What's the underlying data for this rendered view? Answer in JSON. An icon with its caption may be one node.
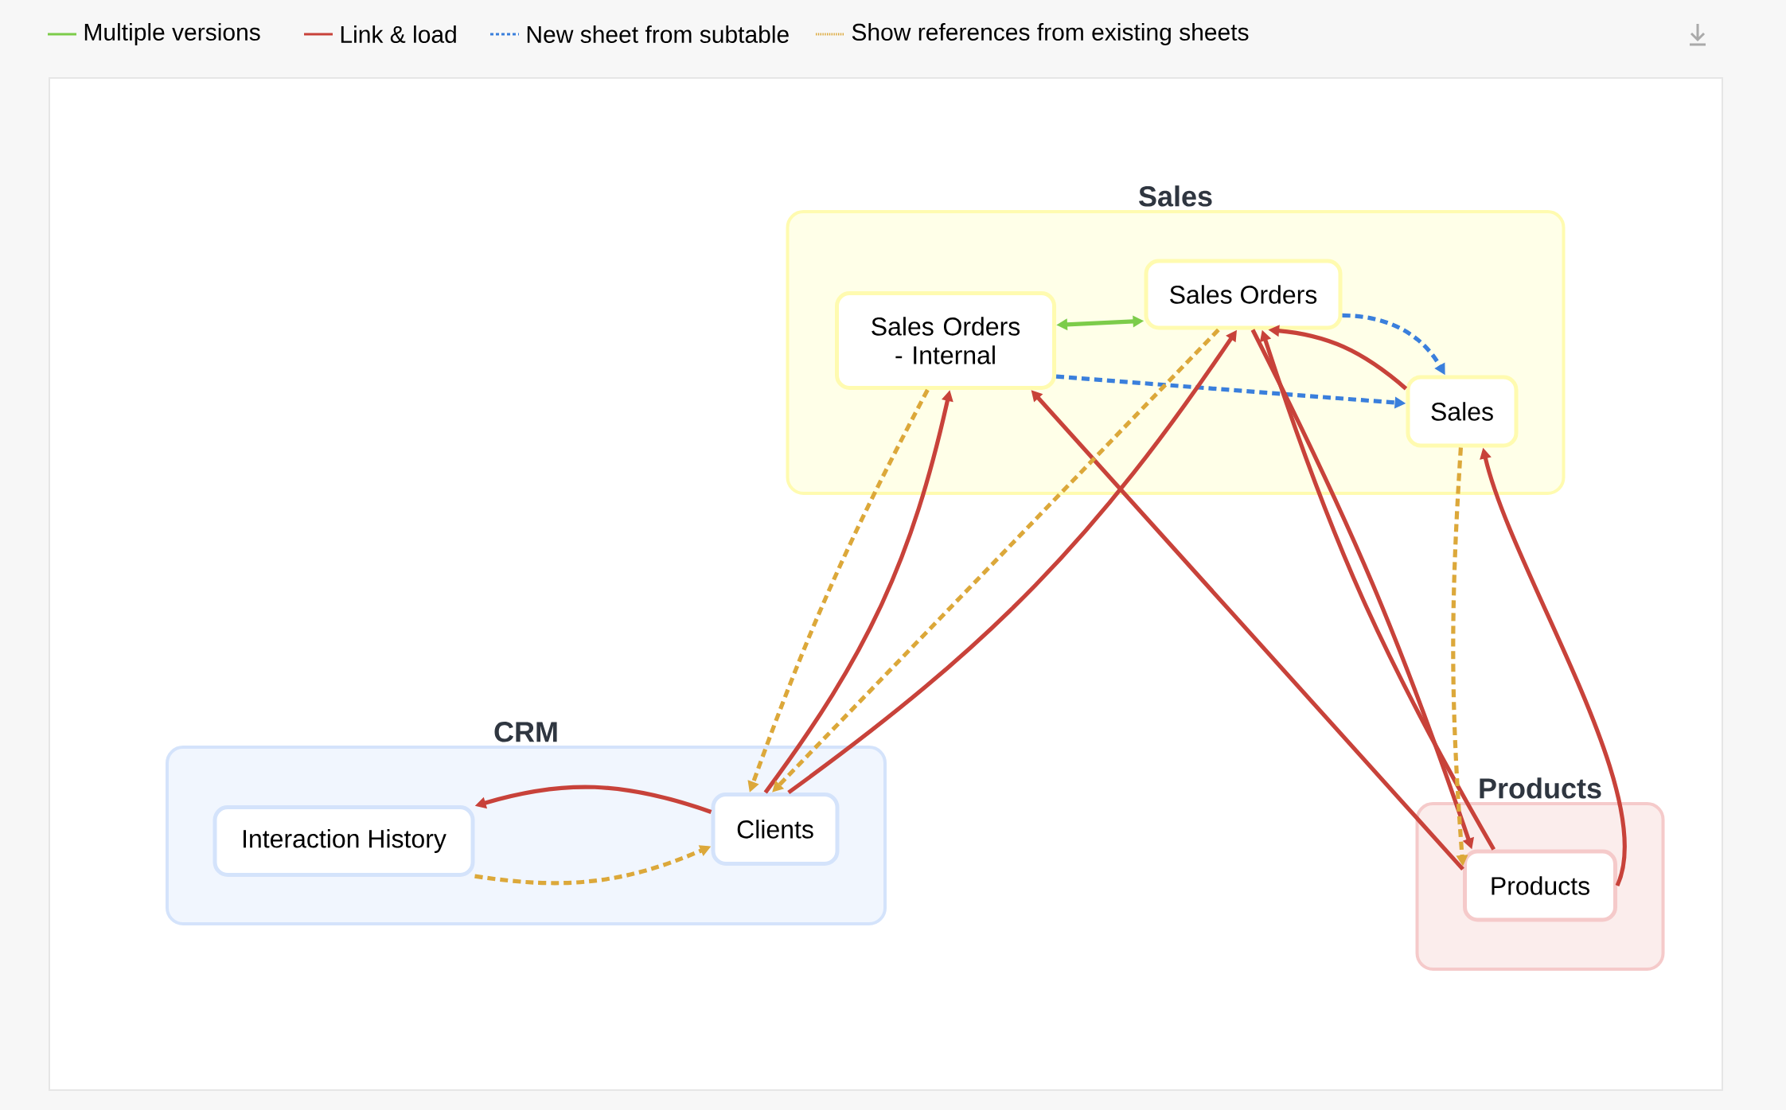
{
  "diagram": {
    "nodes": [
      {
        "text": [
          "Sales"
        ]
      },
      {
        "text": [
          "Sales Orders - Internal"
        ],
        "in": 0
      },
      {
        "text": [
          "Sales Orders"
        ],
        "in": 0
      },
      {
        "text": [
          "Sales"
        ],
        "in": 0
      },
      {
        "text": [
          "CRM"
        ]
      },
      {
        "text": [
          "Interaction History"
        ],
        "in": 4
      },
      {
        "text": [
          "Clients"
        ],
        "in": 4
      },
      {
        "text": [
          "Products"
        ]
      },
      {
        "text": [
          "Products"
        ],
        "in": 7
      }
    ],
    "edges": [
      {
        "from": 1,
        "to": 2,
        "arrow": "both",
        "color": "#7ccc4a"
      },
      {
        "from": 2,
        "to": 3,
        "arrow": "to",
        "style": "dashed",
        "color": "#3a7fdc"
      },
      {
        "from": 1,
        "to": 3,
        "arrow": "to",
        "style": "dashed",
        "color": "#3a7fdc"
      },
      {
        "from": 3,
        "to": 2,
        "arrow": "to"
      },
      {
        "from": 2,
        "to": 8,
        "arrow": "to"
      },
      {
        "from": 8,
        "to": 2,
        "arrow": "to"
      },
      {
        "from": 8,
        "to": 1,
        "arrow": "to"
      },
      {
        "from": 8,
        "to": 3,
        "arrow": "to"
      },
      {
        "from": 3,
        "to": 8,
        "arrow": "to",
        "style": "dashed",
        "color": "#dca83a"
      },
      {
        "from": 6,
        "to": 1,
        "arrow": "to"
      },
      {
        "from": 1,
        "to": 6,
        "arrow": "to",
        "style": "dashed",
        "color": "#dca83a"
      },
      {
        "from": 6,
        "to": 2,
        "arrow": "to"
      },
      {
        "from": 2,
        "to": 6,
        "arrow": "to",
        "style": "dashed",
        "color": "#dca83a"
      },
      {
        "from": 6,
        "to": 5,
        "arrow": "to"
      },
      {
        "from": 5,
        "to": 6,
        "arrow": "to",
        "style": "dashed",
        "color": "#dca83a"
      }
    ],
    "legend": [
      {
        "text": "Multiple versions"
      },
      {
        "text": "Link & load"
      },
      {
        "text": "New sheet from subtable"
      },
      {
        "text": "Show references from existing sheets"
      }
    ]
  }
}
